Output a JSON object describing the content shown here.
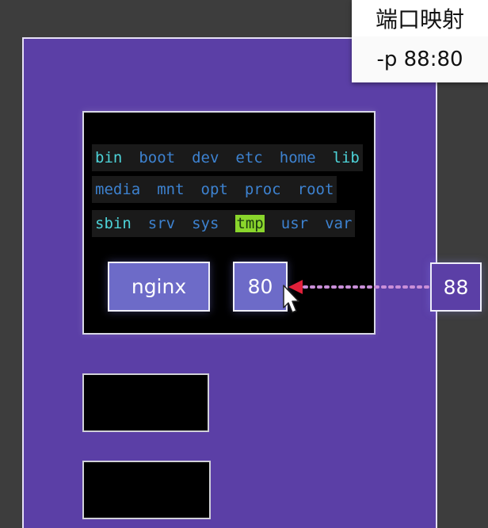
{
  "caption": {
    "title": "端口映射",
    "command": "-p  88:80"
  },
  "filesystem": {
    "rows": [
      [
        {
          "name": "bin",
          "style": "sym"
        },
        {
          "name": "boot",
          "style": "plain"
        },
        {
          "name": "dev",
          "style": "plain"
        },
        {
          "name": "etc",
          "style": "plain"
        },
        {
          "name": "home",
          "style": "plain"
        },
        {
          "name": "lib",
          "style": "sym"
        }
      ],
      [
        {
          "name": "media",
          "style": "plain"
        },
        {
          "name": "mnt",
          "style": "plain"
        },
        {
          "name": "opt",
          "style": "plain"
        },
        {
          "name": "proc",
          "style": "plain"
        },
        {
          "name": "root",
          "style": "plain"
        }
      ],
      [
        {
          "name": "sbin",
          "style": "sym"
        },
        {
          "name": "srv",
          "style": "plain"
        },
        {
          "name": "sys",
          "style": "plain"
        },
        {
          "name": "tmp",
          "style": "hl"
        },
        {
          "name": "usr",
          "style": "plain"
        },
        {
          "name": "var",
          "style": "plain"
        }
      ]
    ]
  },
  "container": {
    "app_label": "nginx",
    "container_port": "80"
  },
  "host": {
    "host_port": "88"
  },
  "colors": {
    "host_bg": "#5b3fa6",
    "box_bg": "#6d6bc8",
    "arrow": "#e0203a",
    "dotted_line": "#c98fd8",
    "highlight": "#8ad62c"
  }
}
